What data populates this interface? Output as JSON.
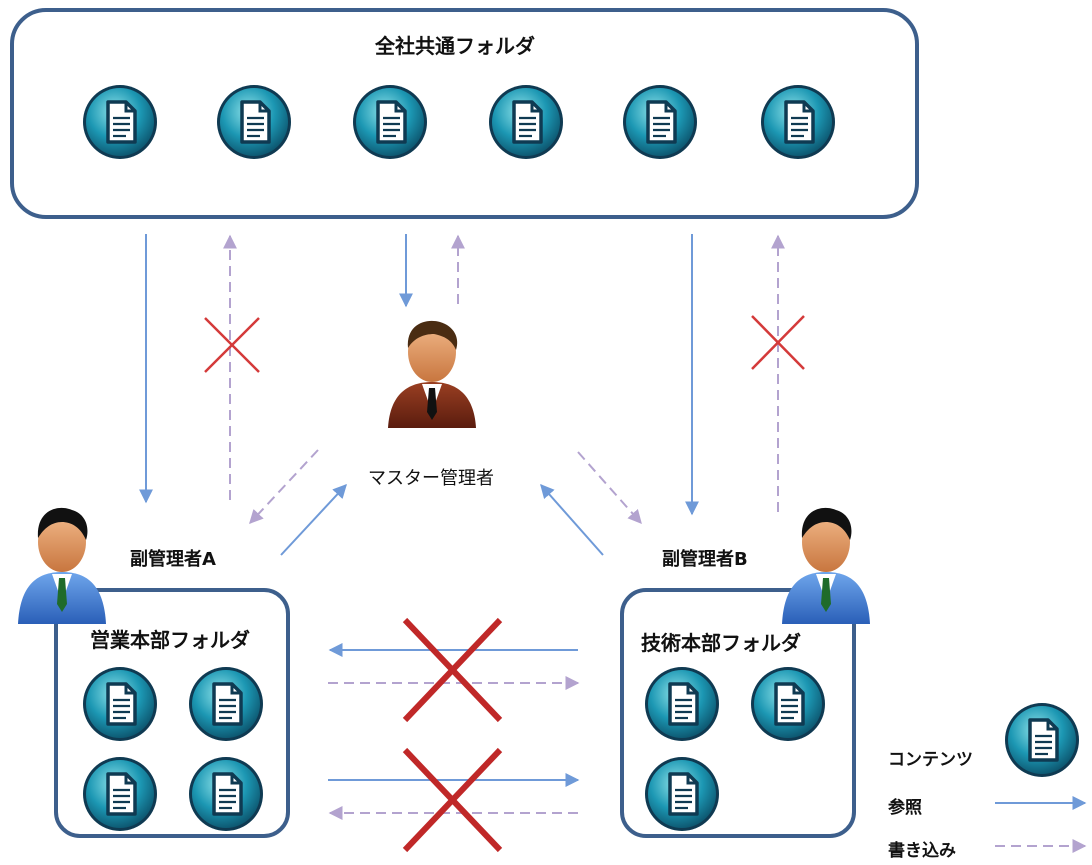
{
  "folders": {
    "shared": "全社共通フォルダ",
    "sales": "営業本部フォルダ",
    "tech": "技術本部フォルダ"
  },
  "people": {
    "master": "マスター管理者",
    "subA": "副管理者A",
    "subB": "副管理者B"
  },
  "legend": {
    "content": "コンテンツ",
    "reference": "参照",
    "write": "書き込み"
  },
  "colors": {
    "reference_line": "#6f9ad8",
    "write_line": "#b3a3cf",
    "cross": "#d43a3a",
    "panel_border": "#3d5f8c"
  },
  "icons": {
    "document": "document-icon",
    "person": "person-icon"
  }
}
